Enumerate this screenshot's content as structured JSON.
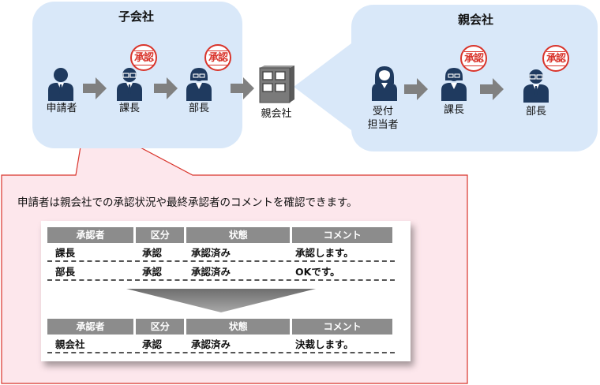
{
  "child_company": {
    "title": "子会社",
    "people": [
      {
        "label": "申請者"
      },
      {
        "label": "課長"
      },
      {
        "label": "部長"
      }
    ]
  },
  "parent_building_label": "親会社",
  "parent_company": {
    "title": "親会社",
    "people": [
      {
        "label_line1": "受付",
        "label_line2": "担当者"
      },
      {
        "label": "課長"
      },
      {
        "label": "部長"
      }
    ]
  },
  "stamp_text": "承認",
  "callout": {
    "text": "申請者は親会社での承認状況や最終承認者のコメントを確認できます。"
  },
  "table_before": {
    "headers": [
      "承認者",
      "区分",
      "状態",
      "コメント"
    ],
    "rows": [
      [
        "課長",
        "承認",
        "承認済み",
        "承認します。"
      ],
      [
        "部長",
        "承認",
        "承認済み",
        "OKです。"
      ]
    ]
  },
  "table_after": {
    "headers": [
      "承認者",
      "区分",
      "状態",
      "コメント"
    ],
    "rows": [
      [
        "親会社",
        "承認",
        "承認済み",
        "決裁します。"
      ]
    ]
  },
  "colors": {
    "panel_bg": "#d9e8f9",
    "callout_bg": "#fde7ec",
    "callout_border": "#d9342b",
    "stamp": "#d9342b",
    "person_navy": "#1f3a5f",
    "arrow_gray": "#808080",
    "header_gray": "#8c8c8c"
  }
}
